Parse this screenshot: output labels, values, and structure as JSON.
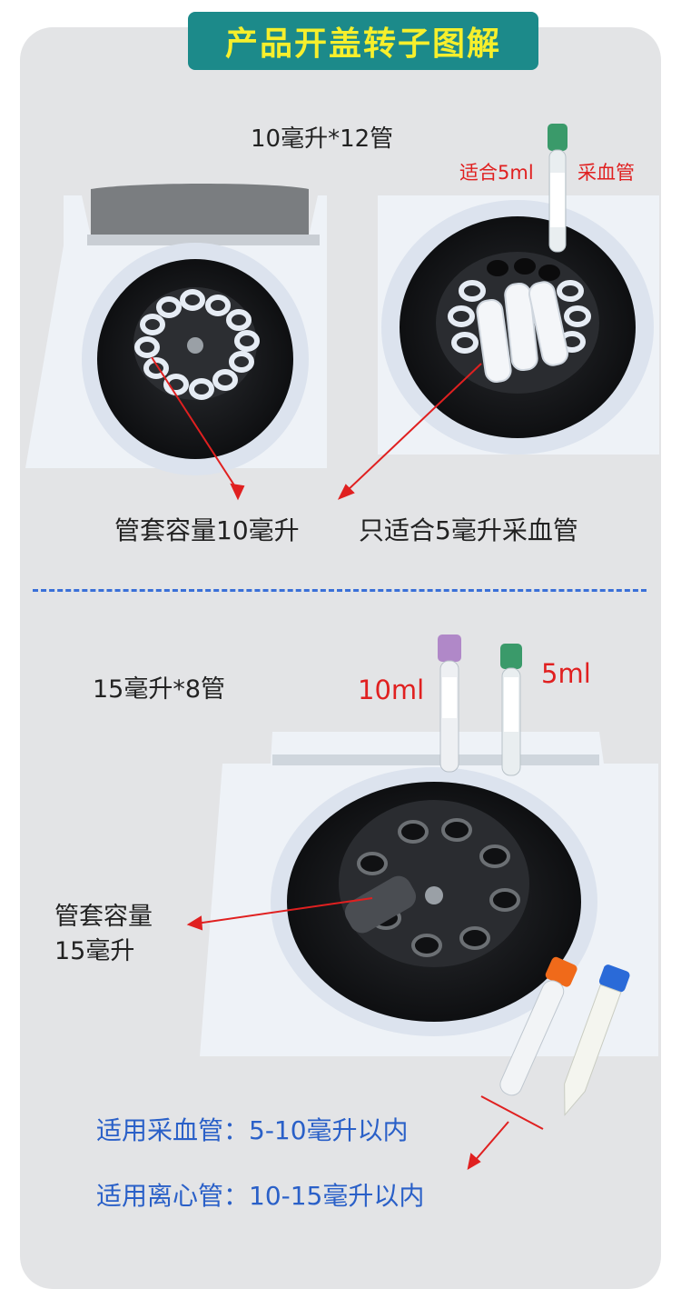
{
  "title": "产品开盖转子图解",
  "section1": {
    "spec": "10毫升*12管",
    "tube_note_left": "适合5ml",
    "tube_note_right": "采血管",
    "caption_left": "管套容量10毫升",
    "caption_right": "只适合5毫升采血管"
  },
  "section2": {
    "spec": "15毫升*8管",
    "tube_10": "10ml",
    "tube_5": "5ml",
    "caption_line1": "管套容量",
    "caption_line2": "15毫升",
    "usage_1": "适用采血管：5-10毫升以内",
    "usage_2": "适用离心管：10-15毫升以内"
  },
  "colors": {
    "title_bg": "#1c8a8a",
    "title_text": "#f6ef2c",
    "red": "#e02020",
    "blue": "#2a60c8",
    "green_cap": "#3a9a6a",
    "purple_cap": "#b088c8",
    "orange_cap": "#f06a1a",
    "blue_cap": "#2a6ad8"
  }
}
